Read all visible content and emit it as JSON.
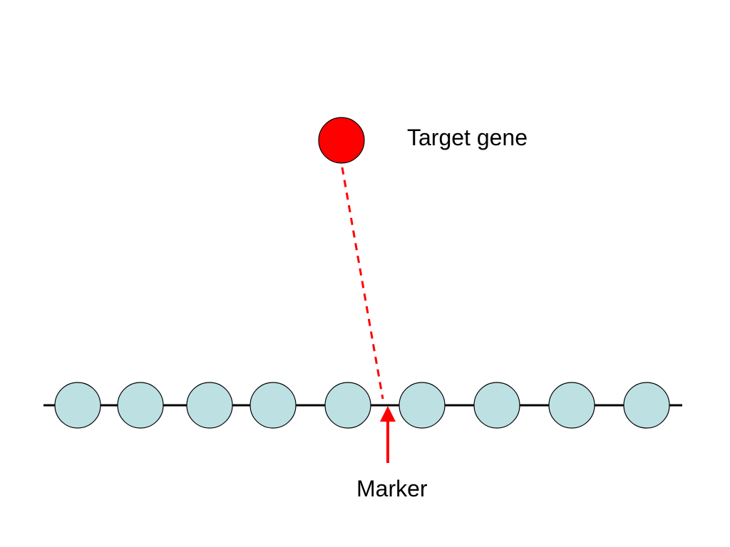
{
  "labels": {
    "target_gene": "Target gene",
    "marker": "Marker"
  },
  "colors": {
    "target_fill": "#ff0000",
    "locus_fill": "#bde0e3",
    "outline": "#000000",
    "linkage_line": "#ff0000",
    "marker_arrow": "#ff0000",
    "chromosome": "#000000"
  },
  "locus_count": 9
}
